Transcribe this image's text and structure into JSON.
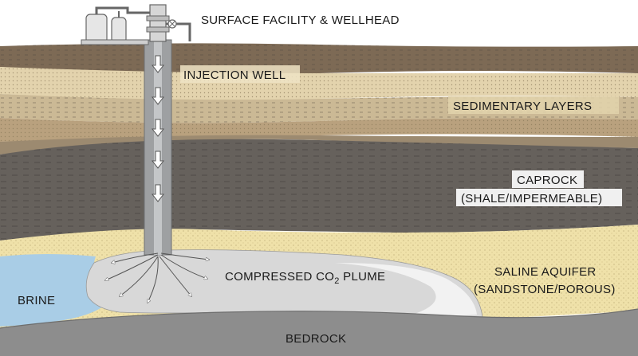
{
  "labels": {
    "surface": "SURFACE FACILITY & WELLHEAD",
    "injection_well": "INJECTION WELL",
    "sedimentary": "SEDIMENTARY LAYERS",
    "caprock_line1": "CAPROCK",
    "caprock_line2": "(SHALE/IMPERMEABLE)",
    "co2_prefix": "COMPRESSED CO",
    "co2_sub": "2",
    "co2_suffix": " PLUME",
    "aquifer_line1": "SALINE AQUIFER",
    "aquifer_line2": "(SANDSTONE/POROUS)",
    "brine": "BRINE",
    "bedrock": "BEDROCK"
  },
  "colors": {
    "topsoil": "#7d6a55",
    "sediment_light": "#e3d3ad",
    "sediment_mid": "#b9a17e",
    "caprock": "#66615c",
    "aquifer": "#efe1a9",
    "brine": "#a9cde6",
    "plume": "#d9d9d9",
    "bedrock": "#8d8d8d",
    "well": "#9ea0a2"
  }
}
